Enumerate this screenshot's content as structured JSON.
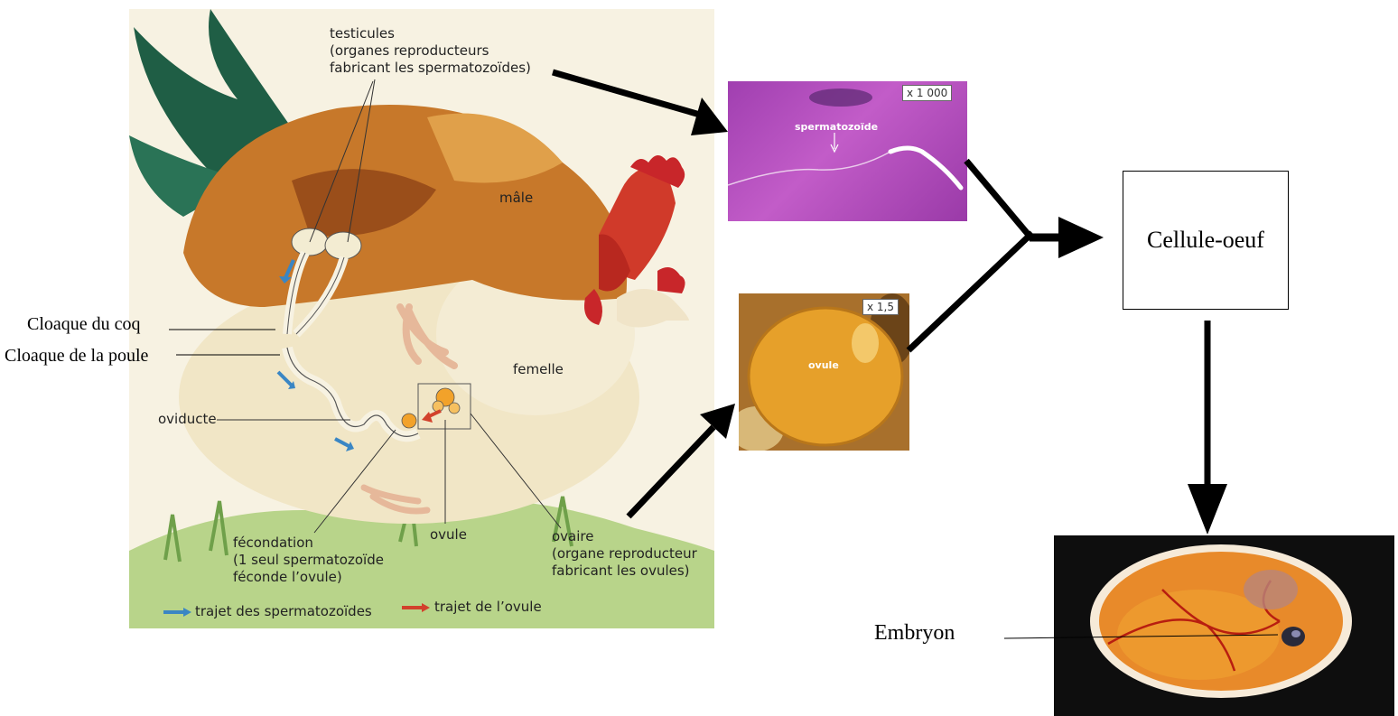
{
  "illustration": {
    "testicules": "testicules\n(organes reproducteurs\nfabricant les spermatozoïdes)",
    "male": "mâle",
    "femelle": "femelle",
    "oviducte": "oviducte",
    "fecondation": "fécondation\n(1 seul spermatozoïde\nféconde l’ovule)",
    "ovule": "ovule",
    "ovaire": "ovaire\n(organe reproducteur\nfabricant les ovules)",
    "legend_sperm": "trajet des spermatozoïdes",
    "legend_ovule": "trajet de l’ovule"
  },
  "annotations": {
    "cloaque_coq": "Cloaque du coq",
    "cloaque_poule": "Cloaque de la poule",
    "embryon": "Embryon"
  },
  "sperm_photo": {
    "magnification": "x 1 000",
    "label": "spermatozoïde"
  },
  "ovule_photo": {
    "magnification": "x 1,5",
    "label": "ovule"
  },
  "result_box": {
    "label": "Cellule-oeuf"
  },
  "colors": {
    "sperm_path": "#3a86c4",
    "ovule_path": "#d2412c"
  }
}
